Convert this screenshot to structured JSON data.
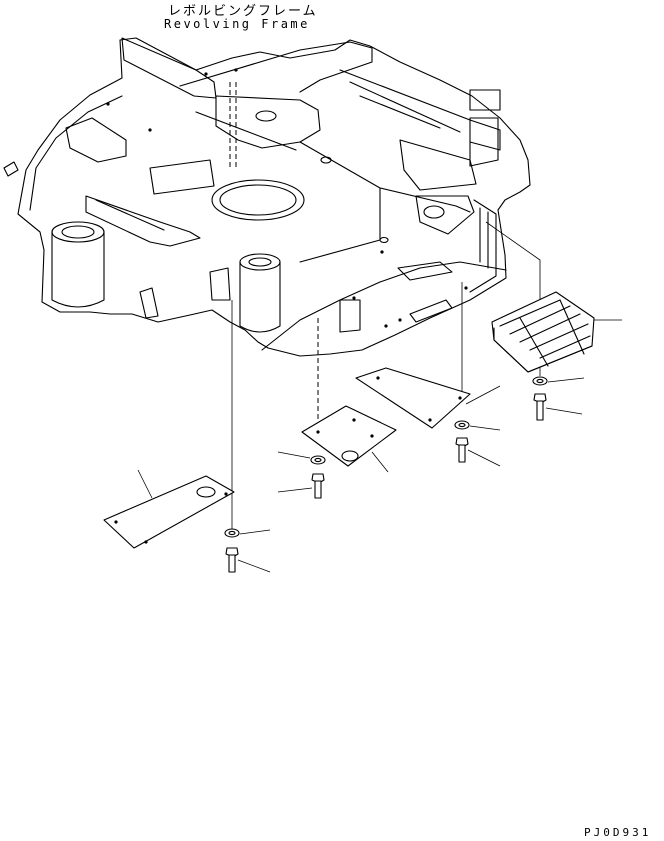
{
  "header": {
    "title_jp": "レボルビングフレーム",
    "title_en": "Revolving Frame"
  },
  "footer": {
    "drawing_code": "PJ0D931"
  }
}
